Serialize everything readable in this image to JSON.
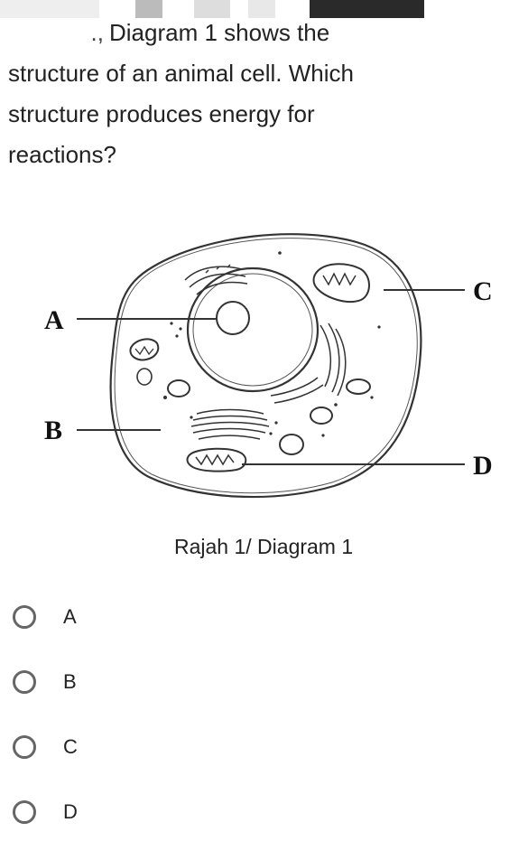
{
  "colors": {
    "text": "#222222",
    "radio_border": "#666666",
    "diagram_line": "#333333",
    "top_strip_light": "#dddddd",
    "top_strip_dark": "#2a2a2a"
  },
  "question": {
    "number_mark": ".,",
    "lines": [
      "Diagram 1 shows the",
      "structure of an animal cell. Which",
      "structure produces energy for",
      "reactions?"
    ]
  },
  "diagram": {
    "labels": {
      "a": "A",
      "b": "B",
      "c": "C",
      "d": "D"
    },
    "caption": "Rajah 1/ Diagram 1"
  },
  "options": [
    {
      "label": "A"
    },
    {
      "label": "B"
    },
    {
      "label": "C"
    },
    {
      "label": "D"
    }
  ]
}
